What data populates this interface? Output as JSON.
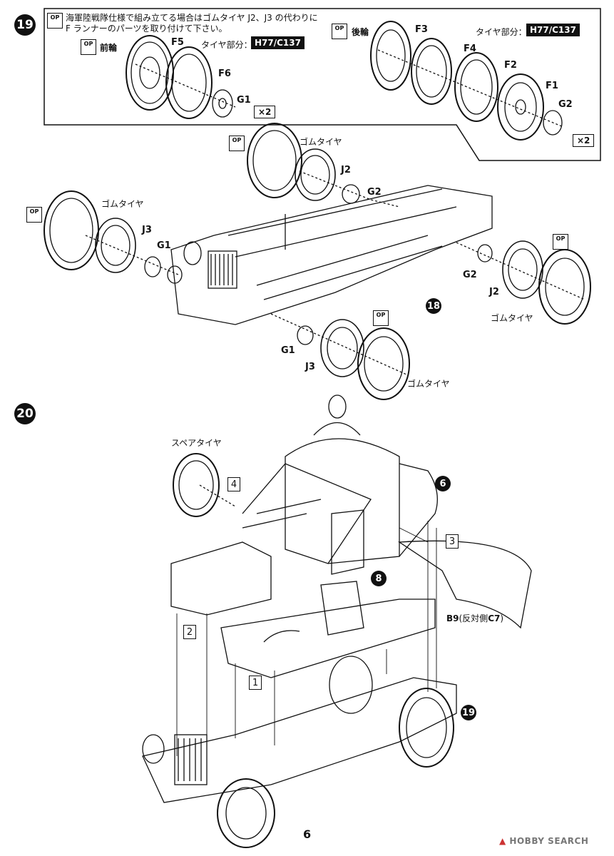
{
  "step19": {
    "number": "19",
    "note_line1": "海軍陸戦隊仕様で組み立てる場合はゴムタイヤ J2、J3 の代わりに",
    "note_line2": "F ランナーのパーツを取り付けて下さい。",
    "front_label": "前輪",
    "rear_label": "後輪",
    "tire_part_label": "タイヤ部分：",
    "tire_part_code": "H77/C137",
    "front_parts": [
      "F5",
      "F6",
      "G1"
    ],
    "rear_parts": [
      "F3",
      "F4",
      "F2",
      "F1",
      "G2"
    ],
    "qty": "×2",
    "rubber_tire": "ゴムタイヤ",
    "main_parts": {
      "j2": "J2",
      "g2": "G2",
      "j3": "J3",
      "g1": "G1"
    },
    "ref_18": "18",
    "op_icon": "OP"
  },
  "step20": {
    "number": "20",
    "spare_tire": "スペアタイヤ",
    "ref_6": "6",
    "ref_8": "8",
    "ref_19": "19",
    "box_4": "4",
    "box_3": "3",
    "box_2": "2",
    "box_1": "1",
    "b9_part": "B9",
    "b9_note": "(反対側",
    "c7_part": "C7",
    "c7_close": ")"
  },
  "footer": {
    "page_number": "6",
    "watermark": "HOBBY SEARCH"
  }
}
